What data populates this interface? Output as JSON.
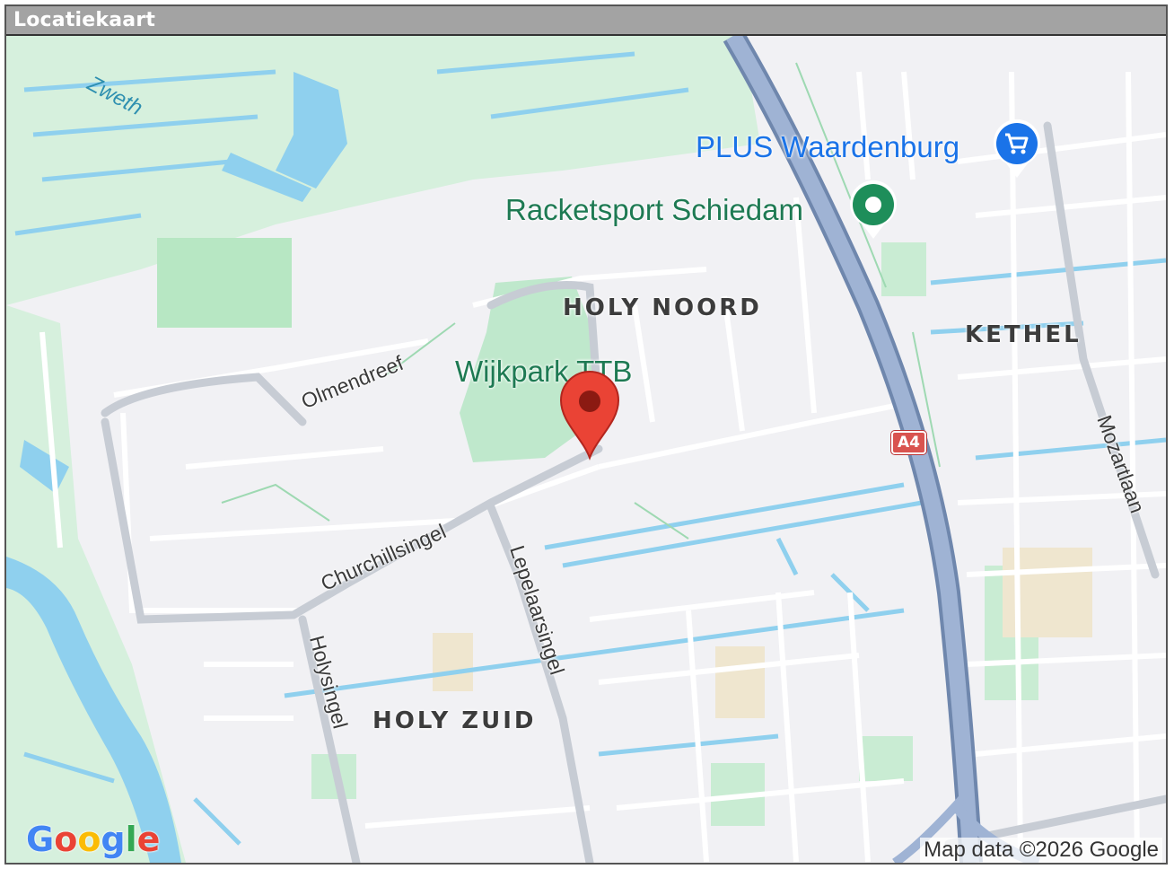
{
  "window": {
    "title": "Locatiekaart"
  },
  "map": {
    "districts": [
      "HOLY NOORD",
      "KETHEL",
      "HOLY ZUID"
    ],
    "streets": [
      "Olmendreef",
      "Churchillsingel",
      "Lepelaarsingel",
      "Holysingel",
      "Mozartlaan"
    ],
    "water": [
      "Zweth"
    ],
    "pois": {
      "park": "Wijkpark TTB",
      "racket": "Racketsport Schiedam",
      "shop": "PLUS Waardenburg"
    },
    "highway_shield": "A4",
    "logo": "Google",
    "attribution": "Map data ©2026 Google",
    "colors": {
      "water": "#8fd0ee",
      "park": "#c9ecd3",
      "highway": "#8ea4c8",
      "marker": "#ea4335",
      "poi_green": "#1e8e5a",
      "poi_blue": "#1a73e8"
    }
  }
}
